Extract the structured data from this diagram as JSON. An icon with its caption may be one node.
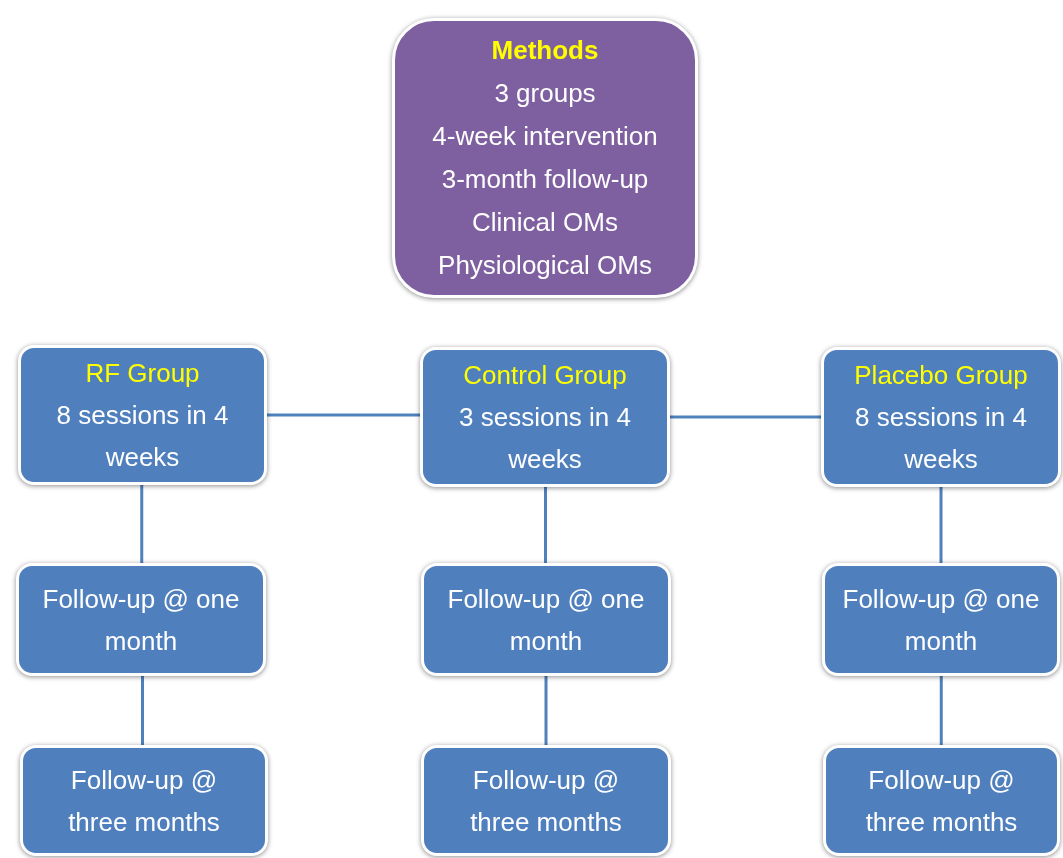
{
  "diagram": {
    "nodes": [
      {
        "text": [
          "Methods",
          "3 groups",
          "4-week intervention",
          "3-month follow-up",
          "Clinical OMs",
          "Physiological OMs"
        ]
      },
      {
        "text": [
          "RF Group",
          "8 sessions in 4 weeks"
        ]
      },
      {
        "text": [
          "Control Group",
          "3 sessions in 4 weeks"
        ]
      },
      {
        "text": [
          "Placebo Group",
          "8 sessions in 4 weeks"
        ]
      },
      {
        "text": [
          "Follow-up @ one month"
        ]
      },
      {
        "text": [
          "Follow-up @ one month"
        ]
      },
      {
        "text": [
          "Follow-up @ one month"
        ]
      },
      {
        "text": [
          "Follow-up @ three months"
        ]
      },
      {
        "text": [
          "Follow-up @ three months"
        ]
      },
      {
        "text": [
          "Follow-up @ three months"
        ]
      }
    ],
    "edges": [
      {
        "from": 1,
        "to": 2,
        "arrow": "none"
      },
      {
        "from": 2,
        "to": 3,
        "arrow": "none"
      },
      {
        "from": 1,
        "to": 4,
        "arrow": "none"
      },
      {
        "from": 2,
        "to": 5,
        "arrow": "none"
      },
      {
        "from": 3,
        "to": 6,
        "arrow": "none"
      },
      {
        "from": 4,
        "to": 7,
        "arrow": "none"
      },
      {
        "from": 5,
        "to": 8,
        "arrow": "none"
      },
      {
        "from": 6,
        "to": 9,
        "arrow": "none"
      }
    ]
  }
}
